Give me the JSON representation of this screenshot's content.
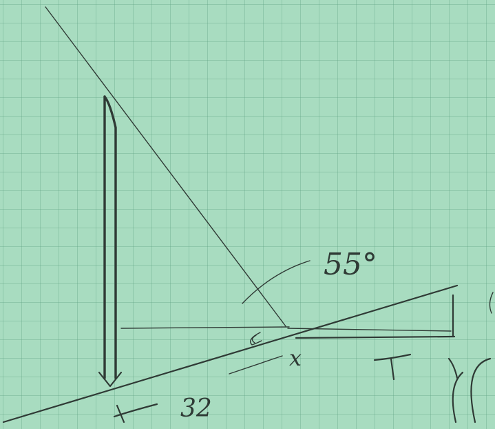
{
  "sketch": {
    "angle_label": "55°",
    "distance_label": "32",
    "point_mark": "x",
    "right_mark": "T",
    "colors": {
      "paper": "#a8dcc0",
      "grid": "#5fa082",
      "pencil": "#2f3a35"
    }
  }
}
